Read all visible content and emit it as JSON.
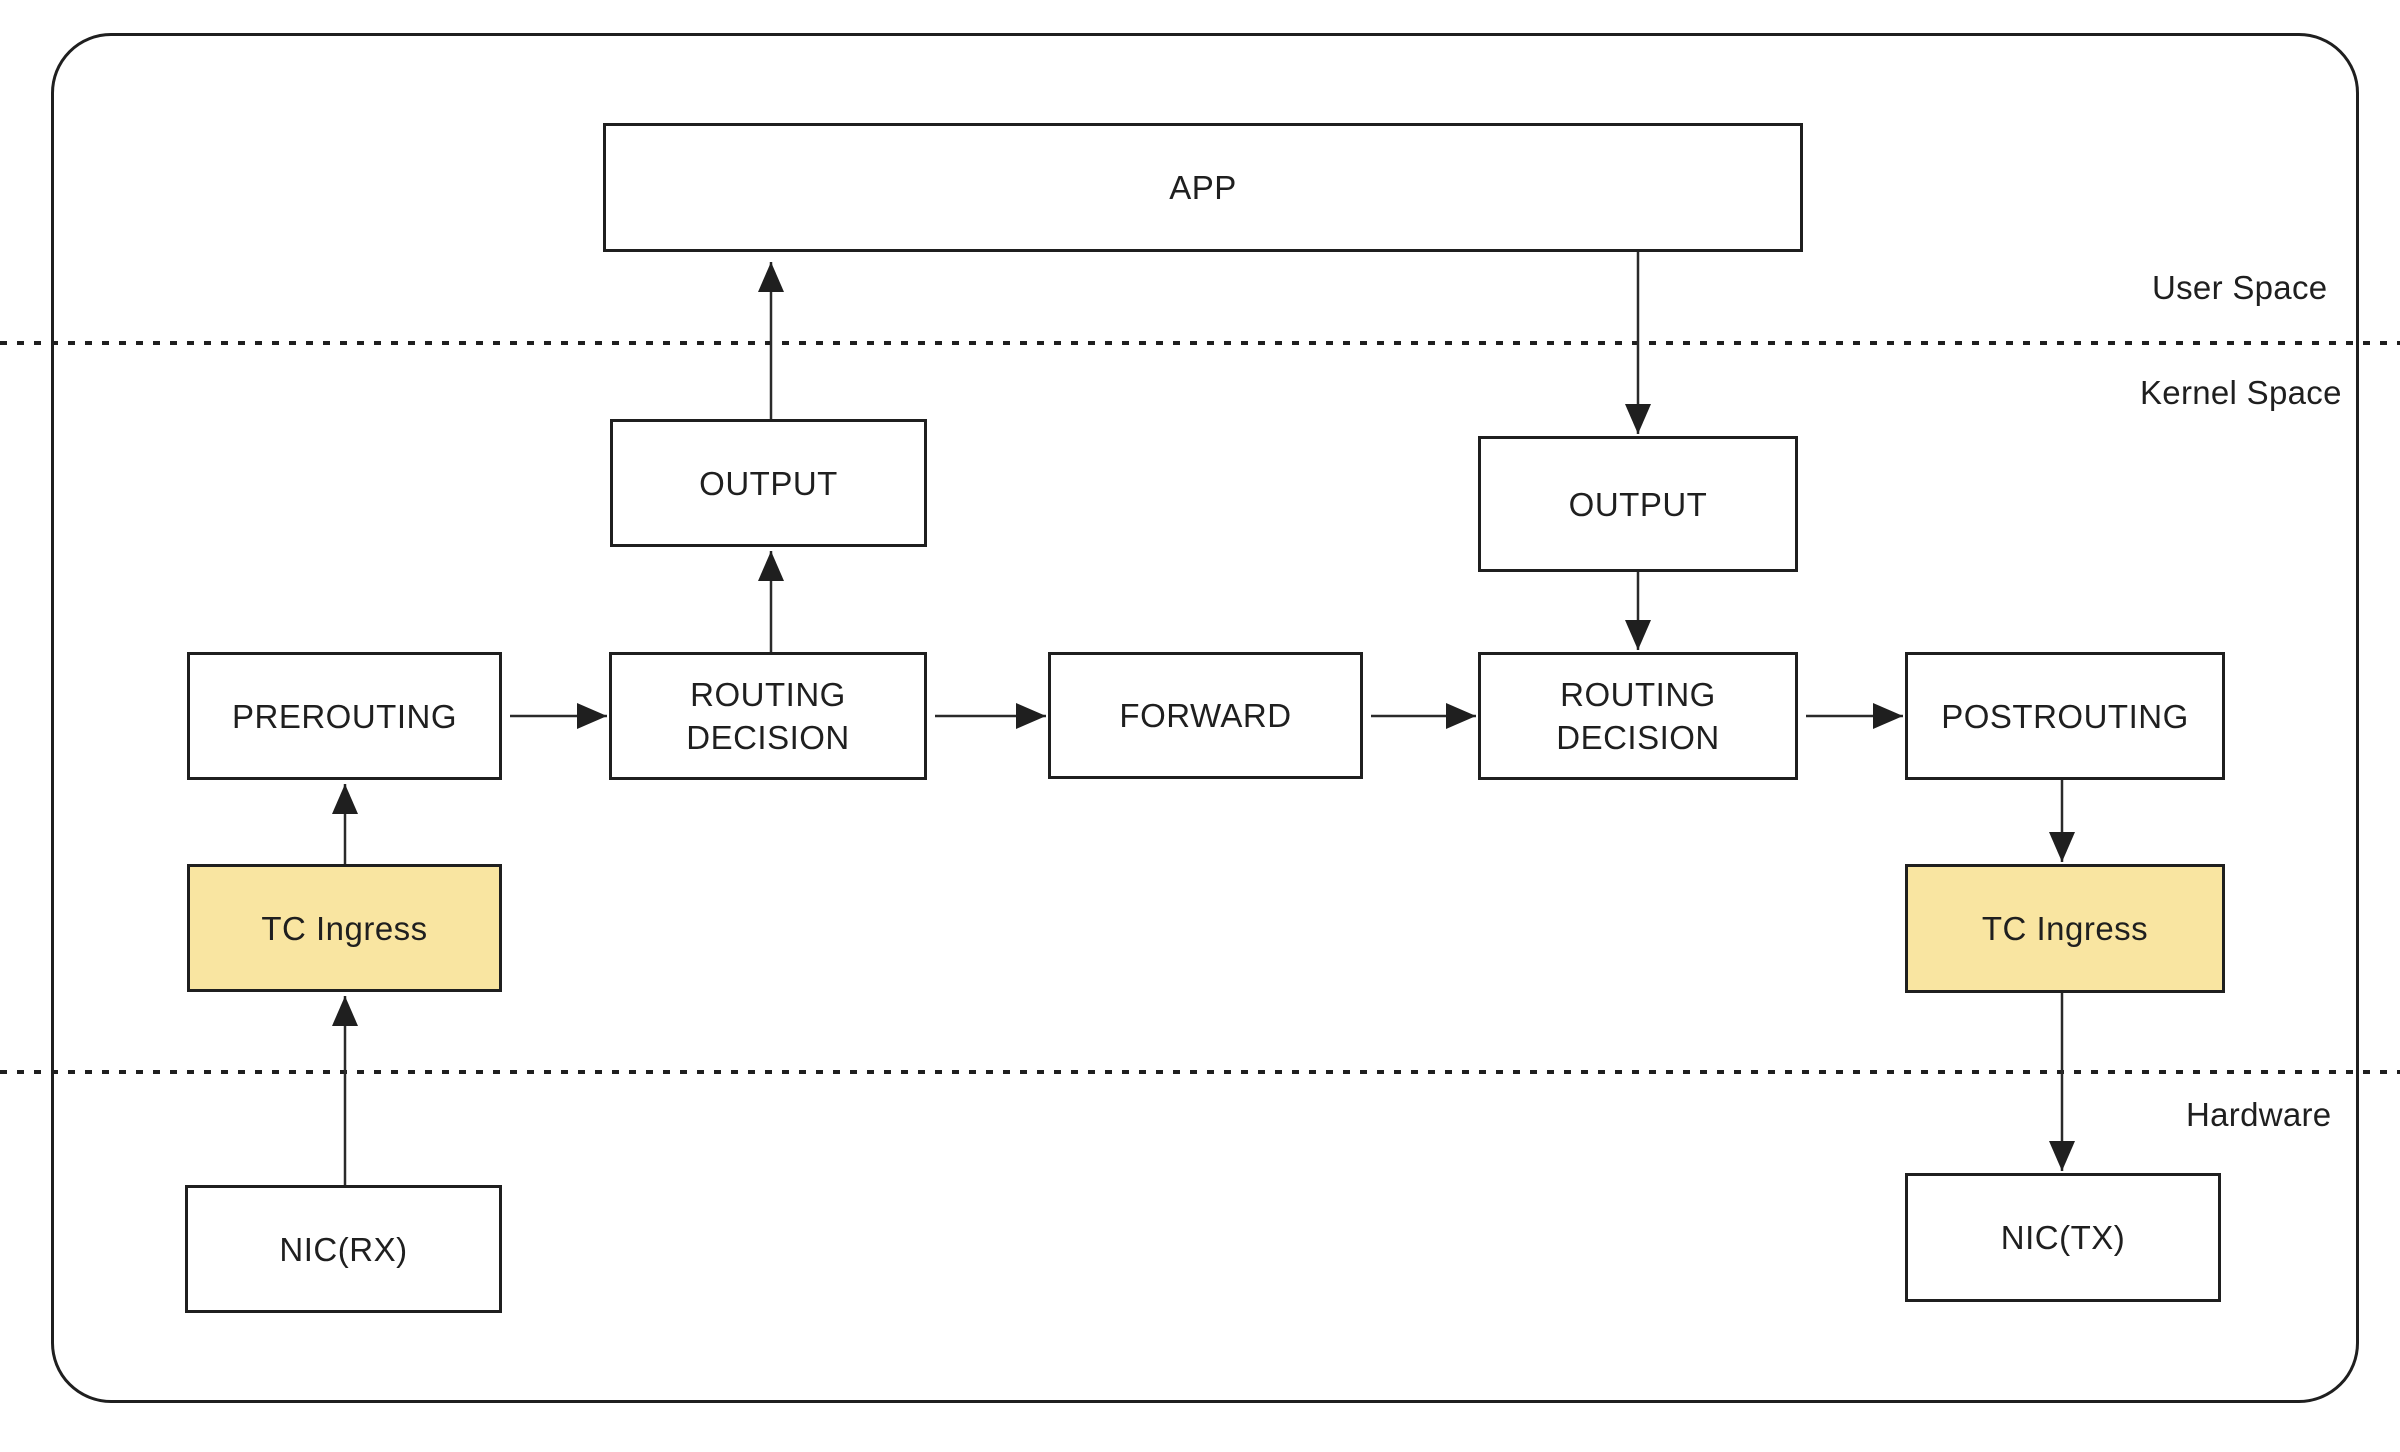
{
  "diagram": {
    "regions": [
      {
        "id": "user_space",
        "label": "User Space"
      },
      {
        "id": "kernel_space",
        "label": "Kernel Space"
      },
      {
        "id": "hardware",
        "label": "Hardware"
      }
    ],
    "nodes": {
      "app": {
        "label": "APP",
        "highlighted": false
      },
      "output_left": {
        "label": "OUTPUT",
        "highlighted": false
      },
      "output_right": {
        "label": "OUTPUT",
        "highlighted": false
      },
      "prerouting": {
        "label": "PREROUTING",
        "highlighted": false
      },
      "routing_decision_left": {
        "label": "ROUTING DECISION",
        "highlighted": false
      },
      "forward": {
        "label": "FORWARD",
        "highlighted": false
      },
      "routing_decision_right": {
        "label": "ROUTING DECISION",
        "highlighted": false
      },
      "postrouting": {
        "label": "POSTROUTING",
        "highlighted": false
      },
      "tc_ingress_left": {
        "label": "TC Ingress",
        "highlighted": true
      },
      "tc_ingress_right": {
        "label": "TC Ingress",
        "highlighted": true
      },
      "nic_rx": {
        "label": "NIC(RX)",
        "highlighted": false
      },
      "nic_tx": {
        "label": "NIC(TX)",
        "highlighted": false
      }
    },
    "edges": [
      {
        "from": "output_left",
        "to": "app"
      },
      {
        "from": "app",
        "to": "output_right"
      },
      {
        "from": "routing_decision_left",
        "to": "output_left"
      },
      {
        "from": "output_right",
        "to": "routing_decision_right"
      },
      {
        "from": "prerouting",
        "to": "routing_decision_left"
      },
      {
        "from": "routing_decision_left",
        "to": "forward"
      },
      {
        "from": "forward",
        "to": "routing_decision_right"
      },
      {
        "from": "routing_decision_right",
        "to": "postrouting"
      },
      {
        "from": "nic_rx",
        "to": "tc_ingress_left"
      },
      {
        "from": "tc_ingress_left",
        "to": "prerouting"
      },
      {
        "from": "postrouting",
        "to": "tc_ingress_right"
      },
      {
        "from": "tc_ingress_right",
        "to": "nic_tx"
      }
    ],
    "colors": {
      "highlight_fill": "#F9E5A1",
      "node_fill": "#FFFFFF",
      "stroke": "#1F1F1F",
      "text": "#1F1F1F",
      "background": "#FFFFFF"
    }
  }
}
